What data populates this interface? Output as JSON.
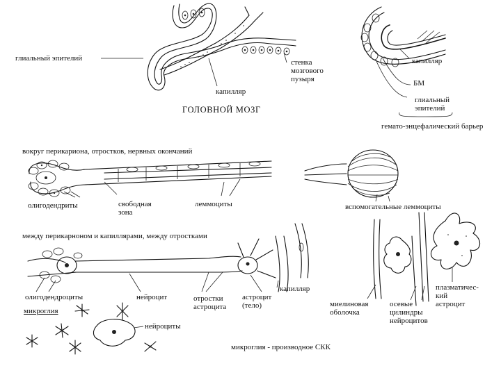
{
  "labels": {
    "glial_epithelium_top": "глиальный эпителий",
    "ventricle_wall": "стенка мозгового пузыря",
    "capillary_top": "капилляр",
    "brain": "ГОЛОВНОЙ МОЗГ",
    "capillary_bbb": "капилляр",
    "bm": "БМ",
    "glial_epithelium_bbb": "глиальный эпителий",
    "bbb": "гемато-энцефалический барьер",
    "around_perikaryon": "вокруг перикариона, отростков, нервных окончаний",
    "oligodendrites": "олигодендриты",
    "free_zone": "свободная зона",
    "lemmocytes": "леммоциты",
    "aux_lemmocytes": "вспомогательные леммоциты",
    "between": "между перикарноном и капиллярами, между отростками",
    "oligodendrocytes": "олигодендроциты",
    "neurocyte_mid": "нейроцит",
    "astro_processes": "отростки астроцита",
    "astro_body": "астроцит (тело)",
    "capillary_mid": "капилляр",
    "myelin_sheath": "миелиновая оболочка",
    "axial_cylinders": "осевые цилиндры нейроцитов",
    "plasmatic_astro": "плазматичес- кий астроцит",
    "microglia": "микроглия",
    "neurocytes": "нейроциты",
    "microglia_origin": "микроглия - производное СКК"
  },
  "icons": [
    "neuron-shape",
    "star-cell-shape",
    "capillary-tube"
  ]
}
